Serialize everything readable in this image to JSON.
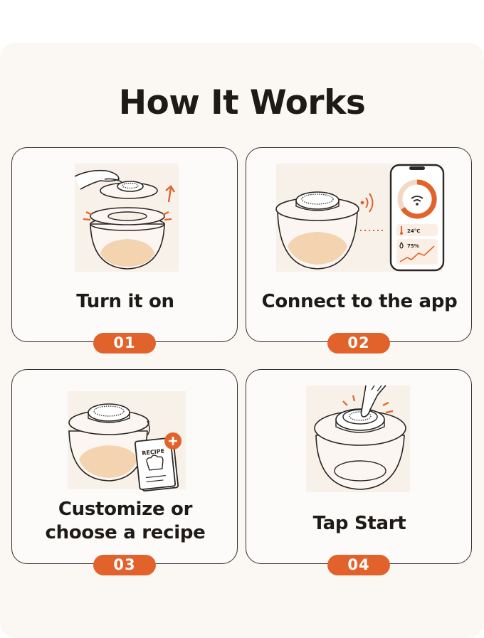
{
  "page": {
    "title": "How It Works"
  },
  "steps": [
    {
      "number": "01",
      "label": "Turn it on",
      "icon": "hand-lifting-lid-icon"
    },
    {
      "number": "02",
      "label": "Connect to the app",
      "icon": "phone-connect-icon",
      "phone": {
        "temperature": "24°C",
        "humidity": "75%"
      }
    },
    {
      "number": "03",
      "label_line1": "Customize or",
      "label_line2": "choose a recipe",
      "icon": "recipe-book-icon",
      "book": {
        "title": "RECIPE"
      }
    },
    {
      "number": "04",
      "label": "Tap Start",
      "icon": "finger-tap-icon"
    }
  ],
  "colors": {
    "accent": "#e2622b",
    "panel": "#fbf8f4",
    "dough": "#f3d3b0"
  }
}
